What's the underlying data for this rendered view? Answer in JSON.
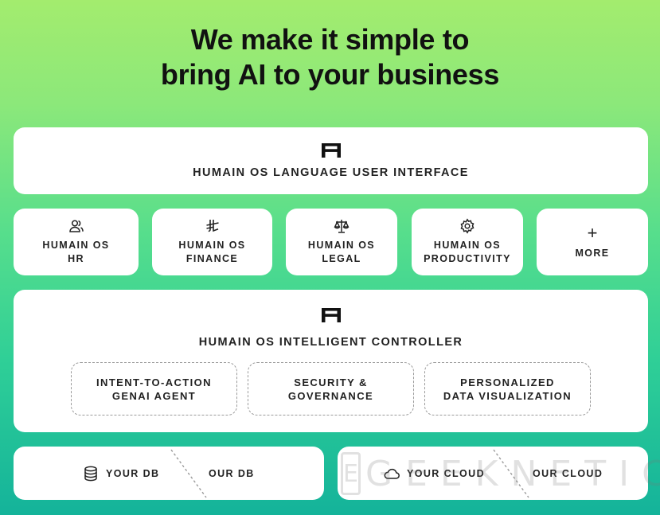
{
  "title": {
    "line1": "We make it simple to",
    "line2": "bring AI to your business"
  },
  "top_layer": {
    "logo_icon": "humain-logo-icon",
    "label": "HUMAIN OS LANGUAGE USER INTERFACE"
  },
  "modules": [
    {
      "icon": "users-icon",
      "line1": "HUMAIN OS",
      "line2": "HR"
    },
    {
      "icon": "currency-icon",
      "line1": "HUMAIN OS",
      "line2": "FINANCE"
    },
    {
      "icon": "scales-icon",
      "line1": "HUMAIN OS",
      "line2": "LEGAL"
    },
    {
      "icon": "gear-icon",
      "line1": "HUMAIN OS",
      "line2": "PRODUCTIVITY"
    },
    {
      "icon": "plus-icon",
      "symbol": "+",
      "line1": "MORE"
    }
  ],
  "controller": {
    "logo_icon": "humain-logo-icon",
    "label": "HUMAIN OS INTELLIGENT CONTROLLER",
    "features": [
      {
        "line1": "INTENT-TO-ACTION",
        "line2": "GENAI AGENT"
      },
      {
        "line1": "SECURITY &",
        "line2": "GOVERNANCE"
      },
      {
        "line1": "PERSONALIZED",
        "line2": "DATA VISUALIZATION"
      }
    ]
  },
  "bottom": {
    "db": {
      "left": "YOUR DB",
      "right": "OUR DB",
      "icon": "database-icon"
    },
    "cloud": {
      "left": "YOUR CLOUD",
      "right": "OUR CLOUD",
      "icon": "cloud-icon"
    }
  },
  "watermark": {
    "box": "E",
    "text": "GEEKNETIC"
  },
  "colors": {
    "gradient_top": "#a3ec6e",
    "gradient_bottom": "#14b39a",
    "card": "#ffffff",
    "text": "#222222"
  }
}
